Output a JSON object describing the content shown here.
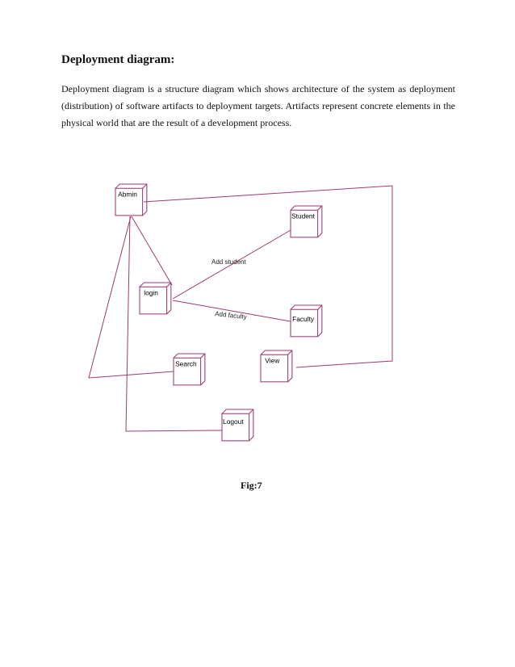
{
  "section": {
    "heading": "Deployment diagram:",
    "paragraph": "Deployment diagram is a structure diagram which shows architecture of the system as deployment (distribution) of software artifacts to deployment targets. Artifacts represent concrete elements in the physical world that are the result of a development process."
  },
  "diagram": {
    "nodes": {
      "admin": "Abmin",
      "student": "Student",
      "login": "login",
      "faculty": "Faculty",
      "search": "Search",
      "view": "View",
      "logout": "Logout"
    },
    "edges": {
      "add_student": "Add student",
      "add_faculty": "Add faculty"
    },
    "line_color": "#9b3b72"
  },
  "figure": {
    "caption": "Fig:7"
  }
}
